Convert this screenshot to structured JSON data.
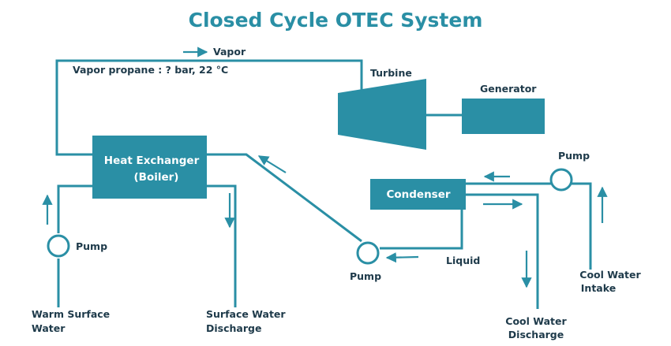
{
  "title": "Closed Cycle OTEC System",
  "labels": {
    "vapor": "Vapor",
    "vapor_propane": "Vapor propane : ? bar, 22 °C",
    "turbine": "Turbine",
    "generator": "Generator",
    "heat_exchanger_line1": "Heat Exchanger",
    "heat_exchanger_line2": "(Boiler)",
    "condenser": "Condenser",
    "pump_left": "Pump",
    "pump_middle": "Pump",
    "pump_right": "Pump",
    "liquid": "Liquid",
    "warm_surface_line1": "Warm Surface",
    "warm_surface_line2": "Water",
    "surface_discharge_line1": "Surface Water",
    "surface_discharge_line2": "Discharge",
    "cool_discharge_line1": "Cool Water",
    "cool_discharge_line2": "Discharge",
    "cool_intake_line1": "Cool Water",
    "cool_intake_line2": "Intake"
  },
  "colors": {
    "accent": "#2a8fa5",
    "label_text": "#1e3a4a",
    "box_text": "#ffffff"
  }
}
